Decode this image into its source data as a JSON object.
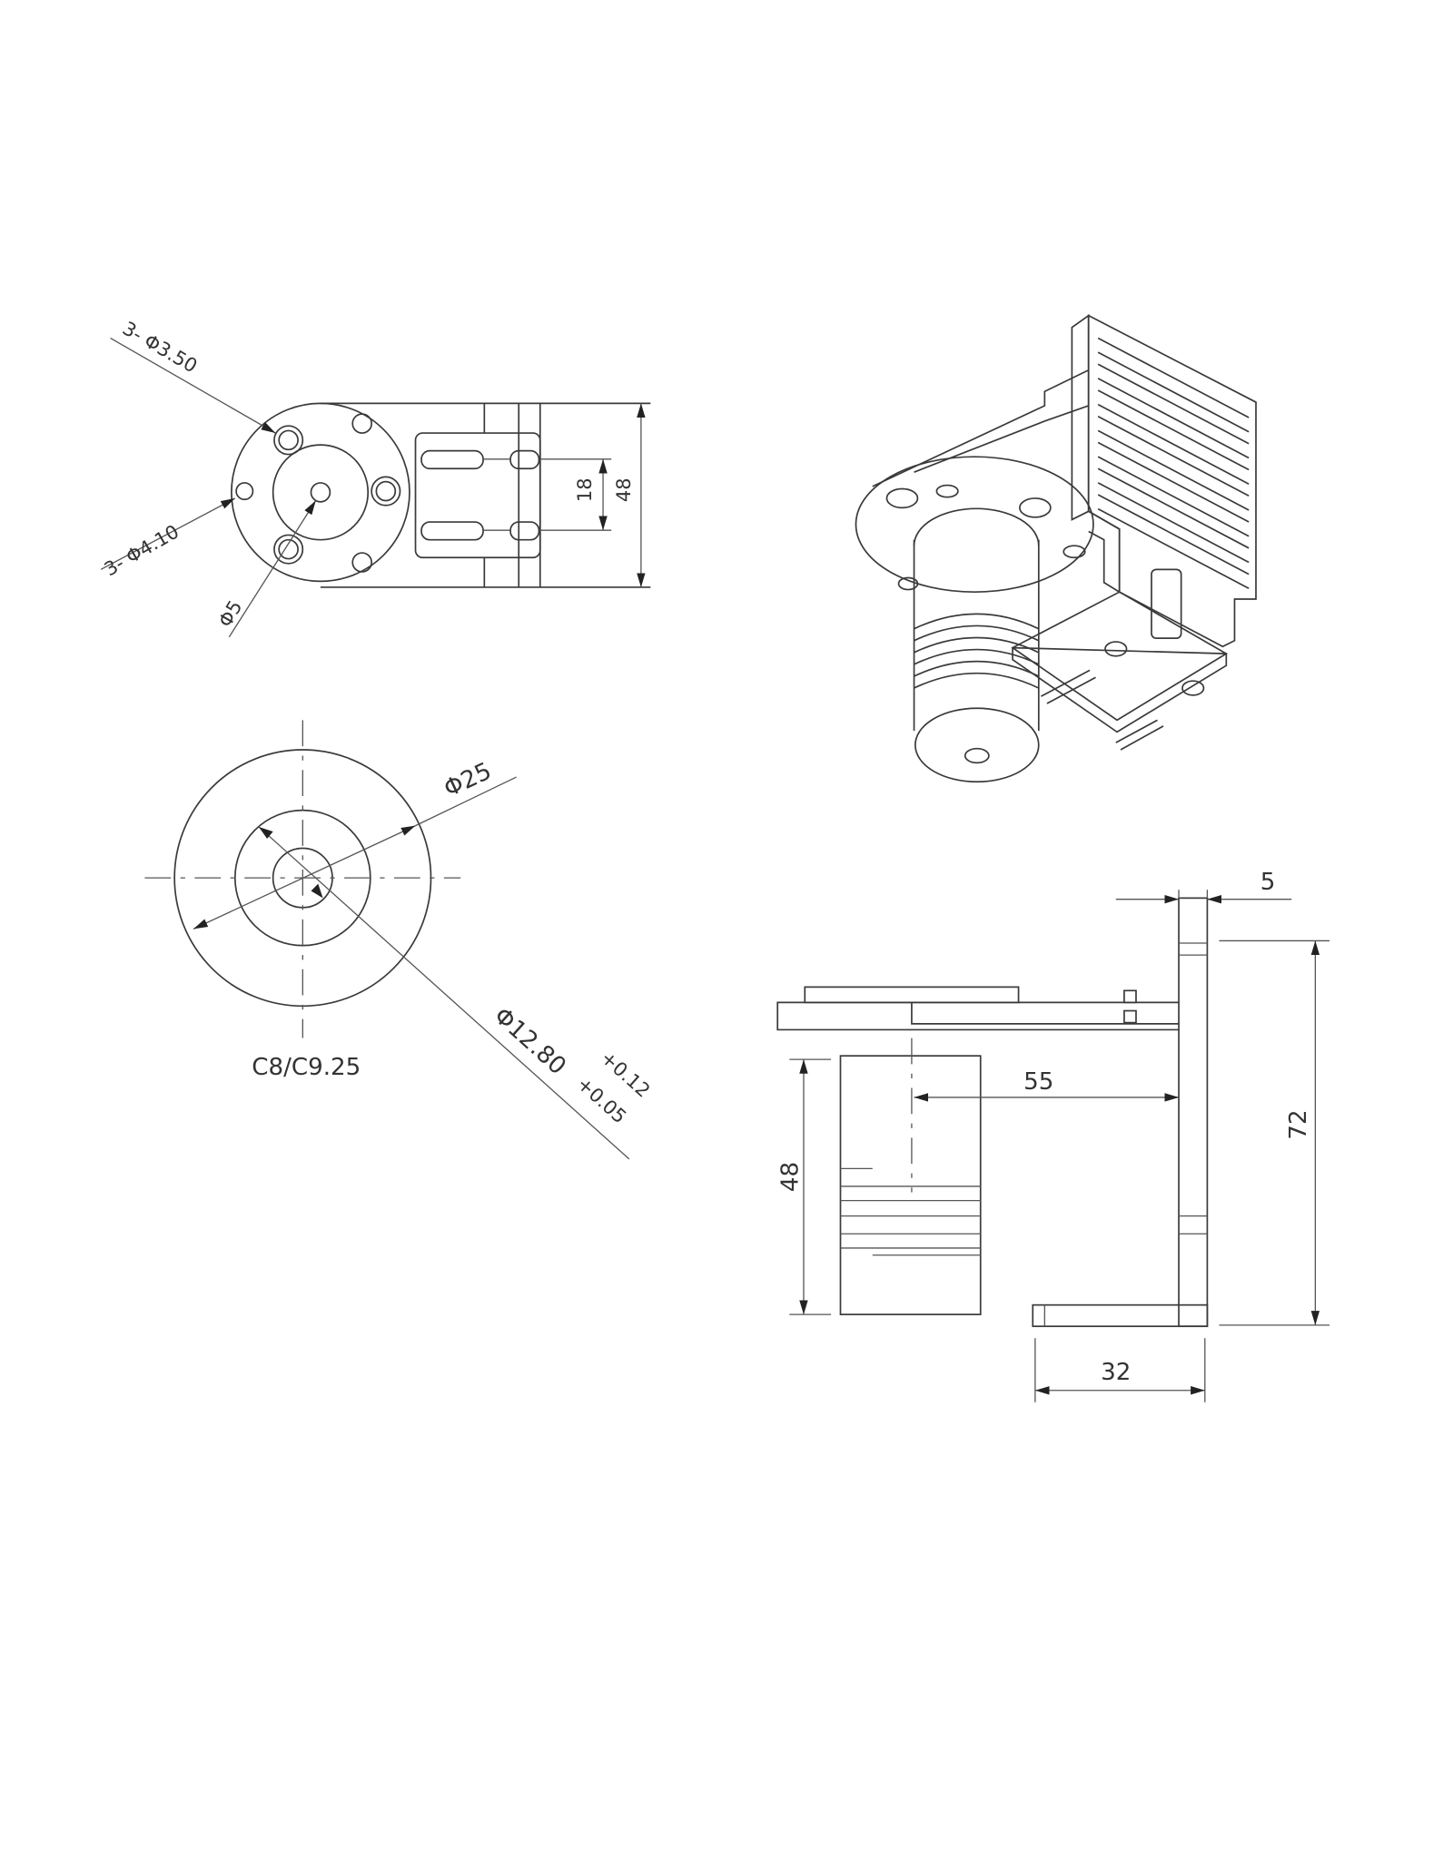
{
  "front_view": {
    "leader_small_holes": "3- Φ3.50",
    "leader_large_holes": "3- Φ4.10",
    "leader_center_hole": "Φ5",
    "dim_slot_spacing": "18",
    "dim_height": "48"
  },
  "coupling_view": {
    "dim_outer": "Φ25",
    "dim_bore": "Φ12.80",
    "tol_upper": "+0.12",
    "tol_lower": "+0.05",
    "spec": "C8/C9.25"
  },
  "side_view": {
    "dim_thickness": "5",
    "dim_offset": "55",
    "dim_height": "72",
    "dim_coupling_length": "48",
    "dim_base_width": "32"
  },
  "colors": {
    "line": "#3a3a3a",
    "background": "#ffffff"
  }
}
